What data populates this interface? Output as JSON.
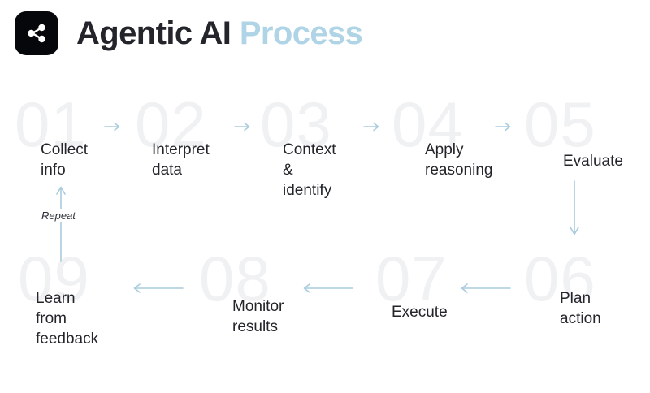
{
  "header": {
    "logo_icon": "share-nodes-icon",
    "title_primary": "Agentic AI",
    "title_accent": "Process",
    "accent_color": "#aed4e6",
    "title_color": "#0b0c0f"
  },
  "diagram": {
    "background_number_color": "#f0f1f3",
    "arrow_color": "#a9ccdd",
    "label_color": "#23252b",
    "repeat_label": "Repeat",
    "steps": [
      {
        "number": "01",
        "label": "Collect\ninfo"
      },
      {
        "number": "02",
        "label": "Interpret\ndata"
      },
      {
        "number": "03",
        "label": "Context &\nidentify"
      },
      {
        "number": "04",
        "label": "Apply\nreasoning"
      },
      {
        "number": "05",
        "label": "Evaluate"
      },
      {
        "number": "06",
        "label": "Plan\naction"
      },
      {
        "number": "07",
        "label": "Execute"
      },
      {
        "number": "08",
        "label": "Monitor\nresults"
      },
      {
        "number": "09",
        "label": "Learn from\nfeedback"
      }
    ]
  }
}
